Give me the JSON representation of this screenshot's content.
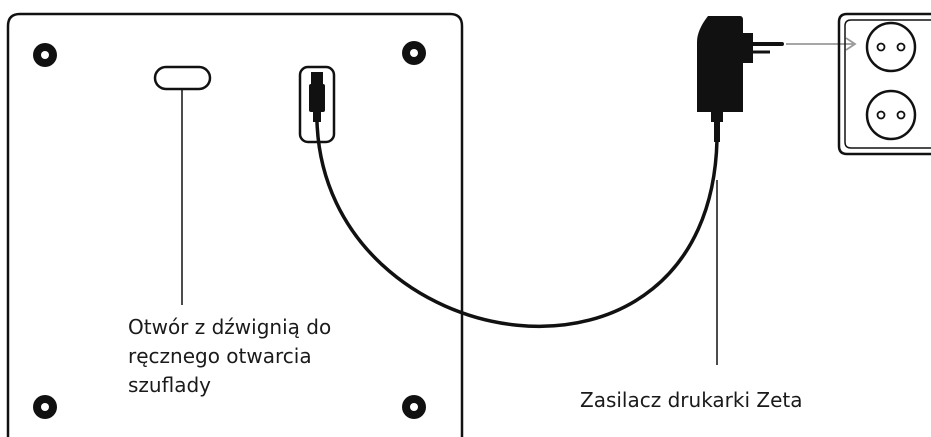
{
  "labels": {
    "drawer_hole": {
      "lines": [
        "Otwór z dźwignią do",
        "ręcznego otwarcia",
        "szuflady"
      ]
    },
    "power_supply": "Zasilacz drukarki Zeta"
  },
  "colors": {
    "ink": "#111111",
    "outlet_arrow": "#999999"
  }
}
